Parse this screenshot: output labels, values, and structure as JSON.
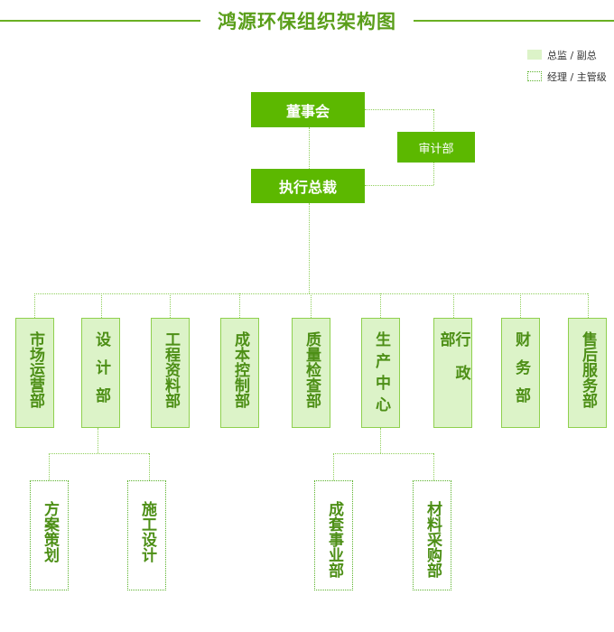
{
  "title": "鸿源环保组织架构图",
  "legend": {
    "item1": "总监 / 副总",
    "item2": "经理 / 主管级"
  },
  "colors": {
    "green": "#5cb800",
    "light_green": "#dcf3c8",
    "dark_green": "#4d8f16"
  },
  "top": {
    "board": "董事会",
    "audit": "审计部",
    "ceo": "执行总裁"
  },
  "departments": [
    "市场运营部",
    "设计部",
    "工程资料部",
    "成本控制部",
    "质量检查部",
    "生产中心",
    "行政部",
    "财务部",
    "售后服务部"
  ],
  "sub_design": [
    "方案策划",
    "施工设计"
  ],
  "sub_production": [
    "成套事业部",
    "材料采购部"
  ]
}
